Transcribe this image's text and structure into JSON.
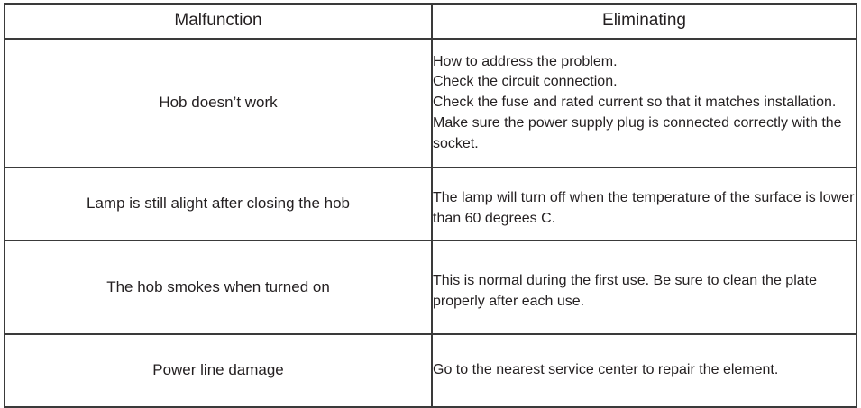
{
  "table": {
    "headers": [
      {
        "label": "Malfunction"
      },
      {
        "label": "Eliminating"
      }
    ],
    "rows": [
      {
        "malfunction": "Hob doesn’t work",
        "eliminating_lines": [
          "How to address the problem.",
          "Check the circuit connection.",
          "Check the fuse and rated current so that it matches installation.",
          "Make sure the power supply plug is connected correctly with the socket."
        ]
      },
      {
        "malfunction": "Lamp is still alight after closing the hob",
        "eliminating_lines": [
          "The lamp will turn off when the temperature of the surface is lower than 60 degrees C."
        ]
      },
      {
        "malfunction": "The hob smokes when turned on",
        "eliminating_lines": [
          "This is normal during the first use. Be sure to clean the plate properly after each use."
        ]
      },
      {
        "malfunction": "Power line damage",
        "eliminating_lines": [
          "Go to the nearest service center to repair the element."
        ]
      }
    ]
  },
  "colors": {
    "border": "#3a3a3a",
    "text": "#231f20",
    "background": "#ffffff"
  }
}
